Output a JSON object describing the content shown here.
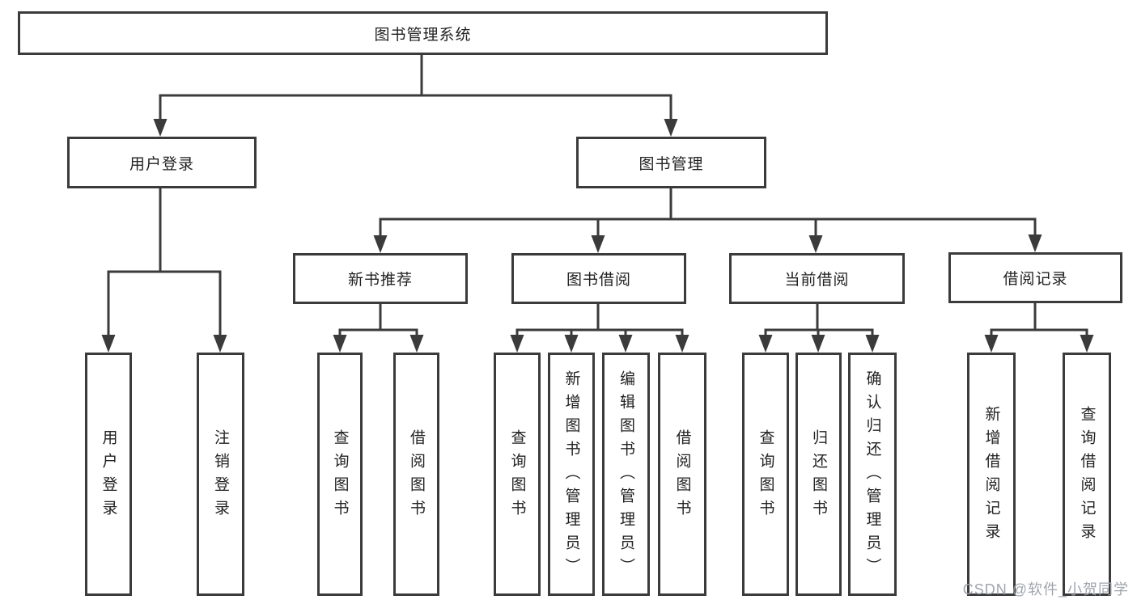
{
  "diagram": {
    "type": "hierarchy-tree",
    "nodes": {
      "root": "图书管理系统",
      "user_login_module": "用户登录",
      "book_mgmt_module": "图书管理",
      "new_book_rec": "新书推荐",
      "book_borrow": "图书借阅",
      "current_borrow": "当前借阅",
      "borrow_records": "借阅记录",
      "leaf_user_login": "用户登录",
      "leaf_logout": "注销登录",
      "leaf_rec_query_books": "查询图书",
      "leaf_rec_borrow_books": "借阅图书",
      "leaf_bb_query_books": "查询图书",
      "leaf_bb_add_books": "新增图书（管理员）",
      "leaf_bb_edit_books": "编辑图书（管理员）",
      "leaf_bb_borrow_books": "借阅图书",
      "leaf_cb_query_books": "查询图书",
      "leaf_cb_return_books": "归还图书",
      "leaf_cb_confirm_return": "确认归还（管理员）",
      "leaf_br_add_record": "新增借阅记录",
      "leaf_br_query_record": "查询借阅记录"
    },
    "edges": [
      [
        "root",
        "user_login_module"
      ],
      [
        "root",
        "book_mgmt_module"
      ],
      [
        "user_login_module",
        "leaf_user_login"
      ],
      [
        "user_login_module",
        "leaf_logout"
      ],
      [
        "book_mgmt_module",
        "new_book_rec"
      ],
      [
        "book_mgmt_module",
        "book_borrow"
      ],
      [
        "book_mgmt_module",
        "current_borrow"
      ],
      [
        "book_mgmt_module",
        "borrow_records"
      ],
      [
        "new_book_rec",
        "leaf_rec_query_books"
      ],
      [
        "new_book_rec",
        "leaf_rec_borrow_books"
      ],
      [
        "book_borrow",
        "leaf_bb_query_books"
      ],
      [
        "book_borrow",
        "leaf_bb_add_books"
      ],
      [
        "book_borrow",
        "leaf_bb_edit_books"
      ],
      [
        "book_borrow",
        "leaf_bb_borrow_books"
      ],
      [
        "current_borrow",
        "leaf_cb_query_books"
      ],
      [
        "current_borrow",
        "leaf_cb_return_books"
      ],
      [
        "current_borrow",
        "leaf_cb_confirm_return"
      ],
      [
        "borrow_records",
        "leaf_br_add_record"
      ],
      [
        "borrow_records",
        "leaf_br_query_record"
      ]
    ],
    "watermark": "CSDN @软件_小贺同学",
    "colors": {
      "line": "#3b3b3b",
      "text": "#222222",
      "box_background": "#ffffff",
      "watermark": "#9fa5ac",
      "page_background": "#ffffff"
    }
  }
}
